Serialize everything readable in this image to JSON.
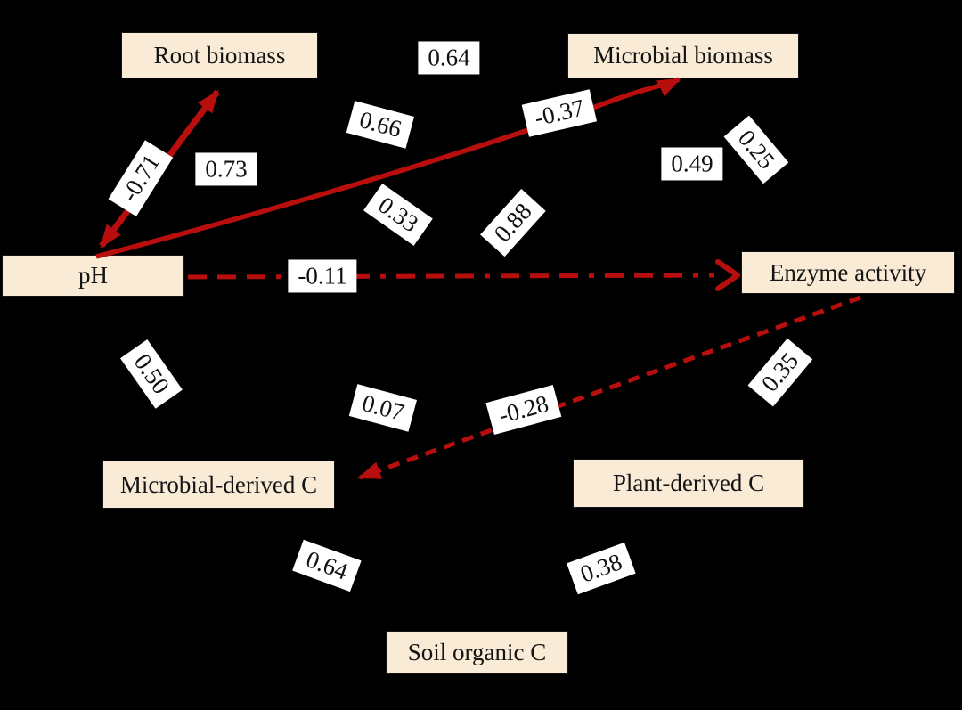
{
  "figure": {
    "kind": "structural-equation-model-path-diagram",
    "background_color": "#000000",
    "node_fill_color": "#faebd7",
    "arrow_color": "#b80e0e",
    "label_box_color": "#ffffff",
    "nodes": [
      {
        "id": "root-biomass",
        "label": "Root biomass"
      },
      {
        "id": "microbial-biomass",
        "label": "Microbial biomass"
      },
      {
        "id": "ph",
        "label": "pH"
      },
      {
        "id": "enzyme-activity",
        "label": "Enzyme activity"
      },
      {
        "id": "microbial-derived-c",
        "label": "Microbial-derived C"
      },
      {
        "id": "plant-derived-c",
        "label": "Plant-derived C"
      },
      {
        "id": "soil-organic-c",
        "label": "Soil organic C"
      }
    ],
    "coefficients": [
      {
        "id": "coef-064-top",
        "value": "0.64"
      },
      {
        "id": "coef-066",
        "value": "0.66"
      },
      {
        "id": "coef-neg037",
        "value": "-0.37"
      },
      {
        "id": "coef-025",
        "value": "0.25"
      },
      {
        "id": "coef-049",
        "value": "0.49"
      },
      {
        "id": "coef-neg071",
        "value": "-0.71"
      },
      {
        "id": "coef-073",
        "value": "0.73"
      },
      {
        "id": "coef-033",
        "value": "0.33"
      },
      {
        "id": "coef-088",
        "value": "0.88"
      },
      {
        "id": "coef-neg011",
        "value": "-0.11"
      },
      {
        "id": "coef-050",
        "value": "0.50"
      },
      {
        "id": "coef-007",
        "value": "0.07"
      },
      {
        "id": "coef-neg028",
        "value": "-0.28"
      },
      {
        "id": "coef-035",
        "value": "0.35"
      },
      {
        "id": "coef-064-bottom",
        "value": "0.64"
      },
      {
        "id": "coef-038",
        "value": "0.38"
      }
    ],
    "red_edges": [
      {
        "from": "ph",
        "to": "root-biomass",
        "style": "solid-thick",
        "heads": "double",
        "coefficient": "-0.71"
      },
      {
        "from": "ph",
        "to": "microbial-biomass",
        "style": "solid",
        "heads": "single",
        "coefficient": "-0.37"
      },
      {
        "from": "ph",
        "to": "enzyme-activity",
        "style": "dashed",
        "heads": "single",
        "coefficient": "-0.11"
      },
      {
        "from": "enzyme-activity",
        "to": "microbial-derived-c",
        "style": "dashed",
        "heads": "single",
        "coefficient": "-0.28"
      }
    ]
  }
}
